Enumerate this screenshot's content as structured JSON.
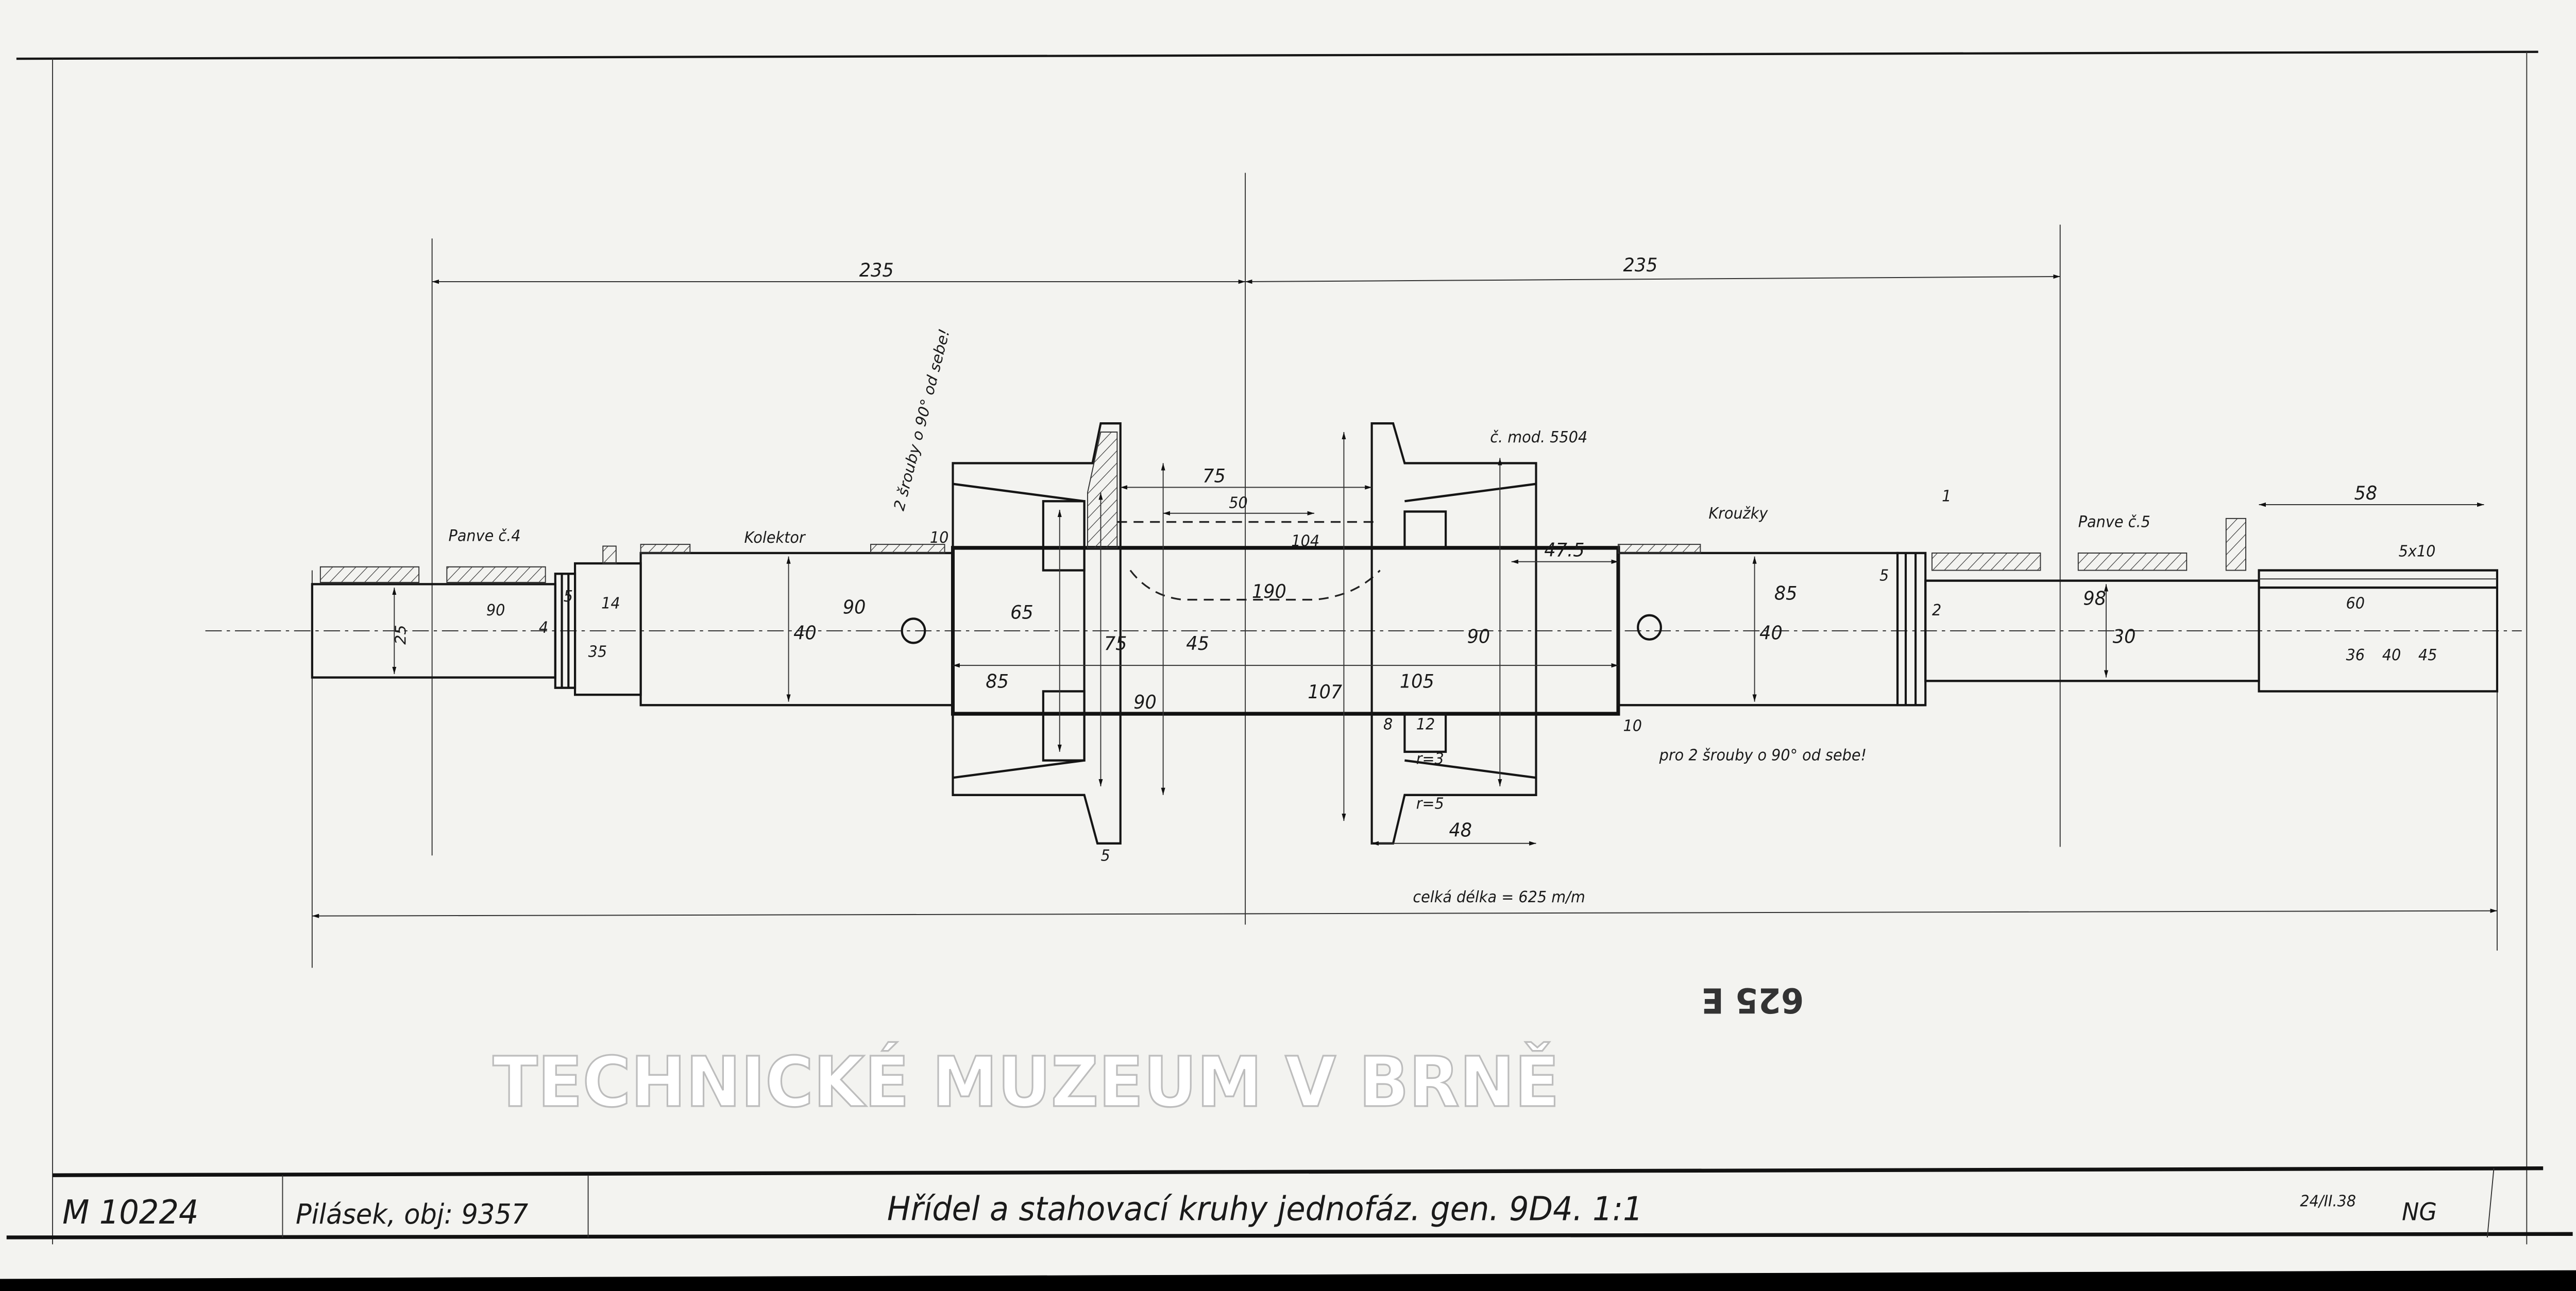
{
  "drawing": {
    "watermark": "TECHNICKÉ MUZEUM V BRNĚ",
    "stamp": "625 E",
    "dimensions": {
      "left_span": "235",
      "right_span": "235",
      "overall_length": "celká délka = 625 m/m",
      "d_25": "25",
      "d_35": "35",
      "d_40_left": "40",
      "d_40_right": "40",
      "d_30": "30",
      "d_65": "65",
      "d_75v": "75",
      "d_90_left": "90",
      "d_45": "45",
      "d_107": "107",
      "d_90_right": "90",
      "l_90_a": "90",
      "l_90_b": "90",
      "l_190": "190",
      "l_85_a": "85",
      "l_105": "105",
      "l_85_b": "85",
      "l_98": "98",
      "l_47_5": "47.5",
      "l_75": "75",
      "l_50": "50",
      "l_104": "104",
      "l_58": "58",
      "key_5x10": "5x10",
      "l_5_a": "5",
      "l_4": "4",
      "l_14": "14",
      "l_2": "2",
      "l_1": "1",
      "l_5_b": "5",
      "l_10_a": "10",
      "l_10_b": "10",
      "l_8": "8",
      "l_12": "12",
      "r_3": "r=3",
      "r_5": "r=5",
      "l_48": "48",
      "l_5_c": "5",
      "d_60": "60",
      "d_36": "36",
      "d_40_end": "40",
      "d_45_end": "45"
    },
    "labels": {
      "pan_4": "Panve č.4",
      "kolektor": "Kolektor",
      "model": "č. mod. 5504",
      "krouzky": "Kroužky",
      "pan_5": "Panve č.5",
      "screws_left": "2 šrouby o 90° od sebe!",
      "screws_right": "pro 2 šrouby o 90° od sebe!"
    }
  },
  "title_block": {
    "drawing_number": "M 10224",
    "order": "Pilásek, obj: 9357",
    "title": "Hřídel a stahovací kruhy jednofáz. gen. 9D4.   1:1",
    "date": "24/II.38",
    "signature": "NG"
  }
}
